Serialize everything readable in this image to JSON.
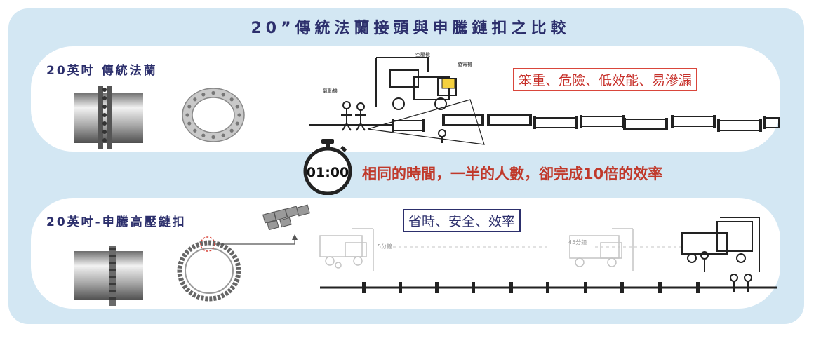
{
  "title": "20”傳統法蘭接頭與申騰鏈扣之比較",
  "traditional": {
    "label": "20英吋  傳統法蘭",
    "callout": "笨重、危險、低效能、易滲漏",
    "machine_labels": {
      "air_compressor": "空壓機",
      "generator": "發電機",
      "pneumatic": "氣動機"
    }
  },
  "middle": {
    "timer": "01:00",
    "statement": "相同的時間，一半的人數，卻完成10倍的效率"
  },
  "shenteng": {
    "label": "20英吋-申騰高壓鏈扣",
    "callout": "省時、安全、效率",
    "time_labels": [
      "5分鐘",
      "45分鐘"
    ]
  },
  "colors": {
    "navy": "#2c2f6c",
    "red": "#c7302a",
    "frame": "#d3e7f3"
  }
}
